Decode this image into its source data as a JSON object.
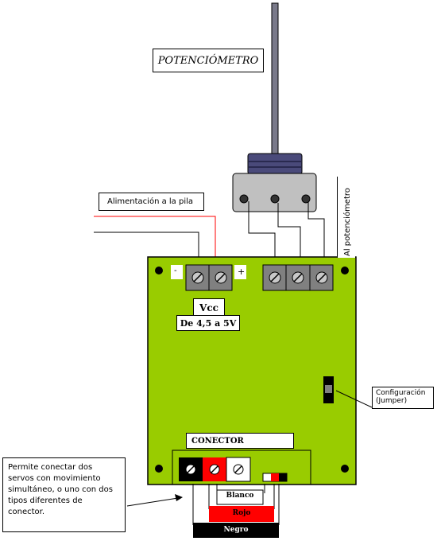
{
  "title": "POTENCIÓMETRO",
  "labels": {
    "power": "Alimentación a la pila",
    "pot_side": "Al potenciómetro",
    "minus": "-",
    "plus": "+",
    "vcc": "Vcc",
    "voltage": "De 4,5 a 5V",
    "config_line1": "Configuración",
    "config_line2": "(Jumper)",
    "connector": "CONECTOR",
    "note": "Permite conectar dos servos con movimiento simultáneo, o uno con dos tipos diferentes de conector.",
    "white": "Blanco",
    "red": "Rojo",
    "black": "Negro"
  },
  "colors": {
    "board": "#99cc00",
    "terminal": "#808080",
    "knob": "#4a4a7a",
    "knob_stripe": "#2a2a50",
    "knob_base": "#c0c0c0",
    "power_wire": "#ff0000",
    "wire": "#000000",
    "pin_black": "#000000",
    "pin_red": "#ff0000",
    "pin_white": "#ffffff"
  }
}
